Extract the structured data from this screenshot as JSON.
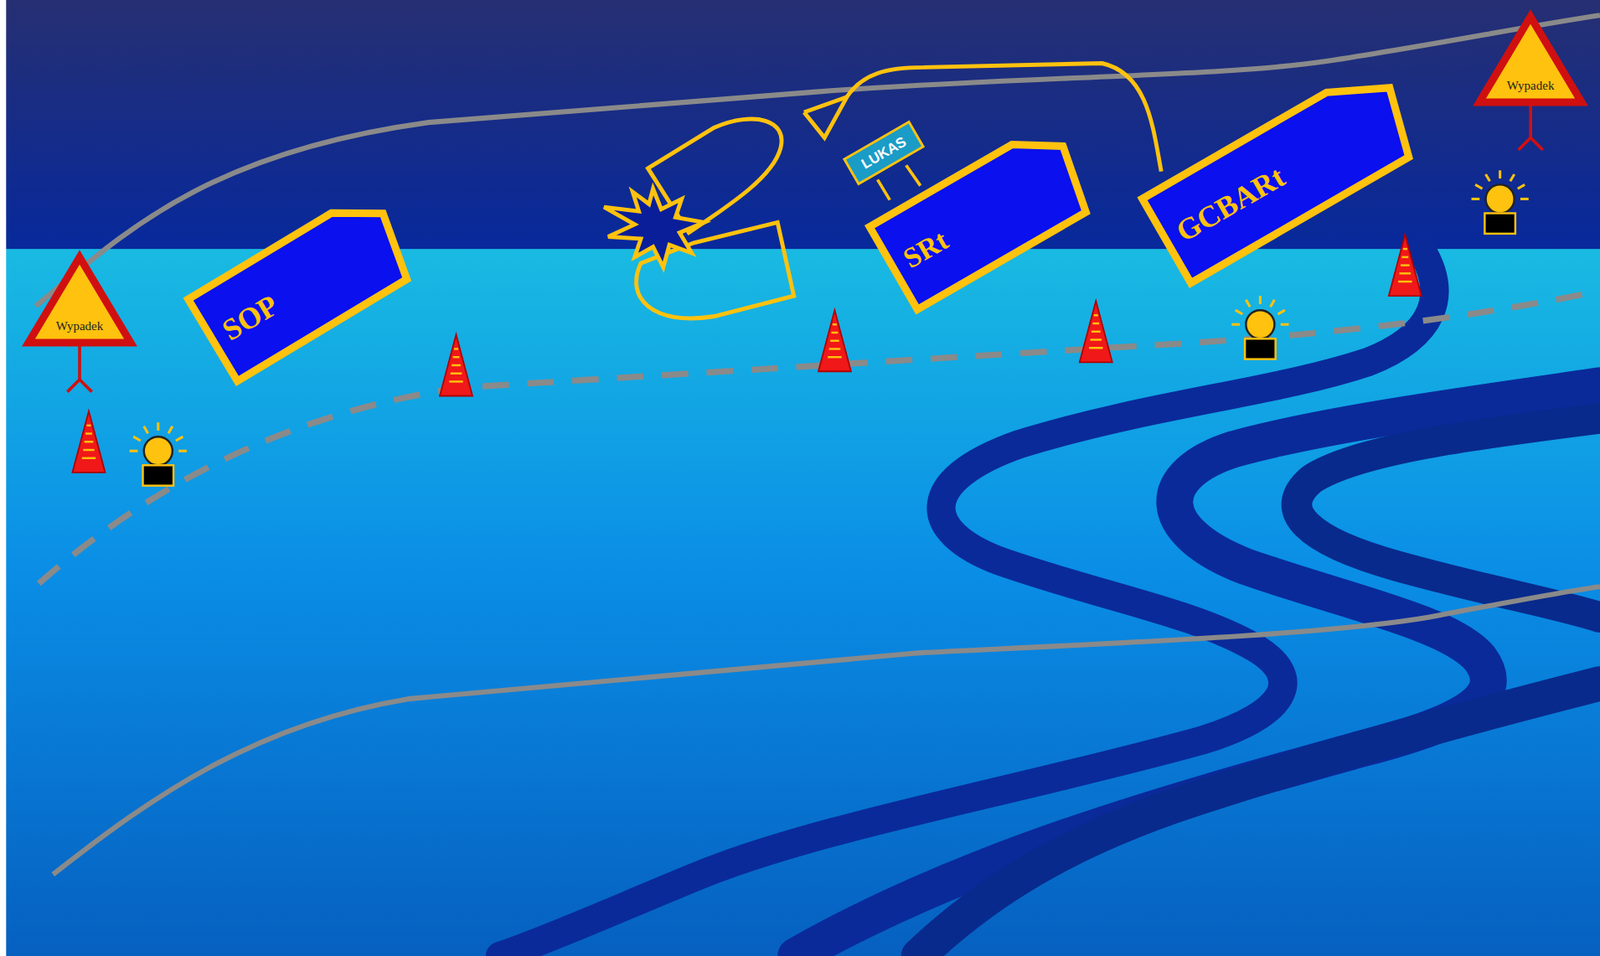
{
  "diagram": {
    "nodes": [
      {
        "text": [
          "Wypadek"
        ]
      },
      {
        "text": [
          "SOP"
        ]
      },
      {
        "text": [
          "LUKAS"
        ]
      },
      {
        "text": [
          "SRt"
        ]
      },
      {
        "text": [
          "GCBARt"
        ]
      },
      {
        "text": [
          "Wypadek"
        ]
      }
    ]
  }
}
